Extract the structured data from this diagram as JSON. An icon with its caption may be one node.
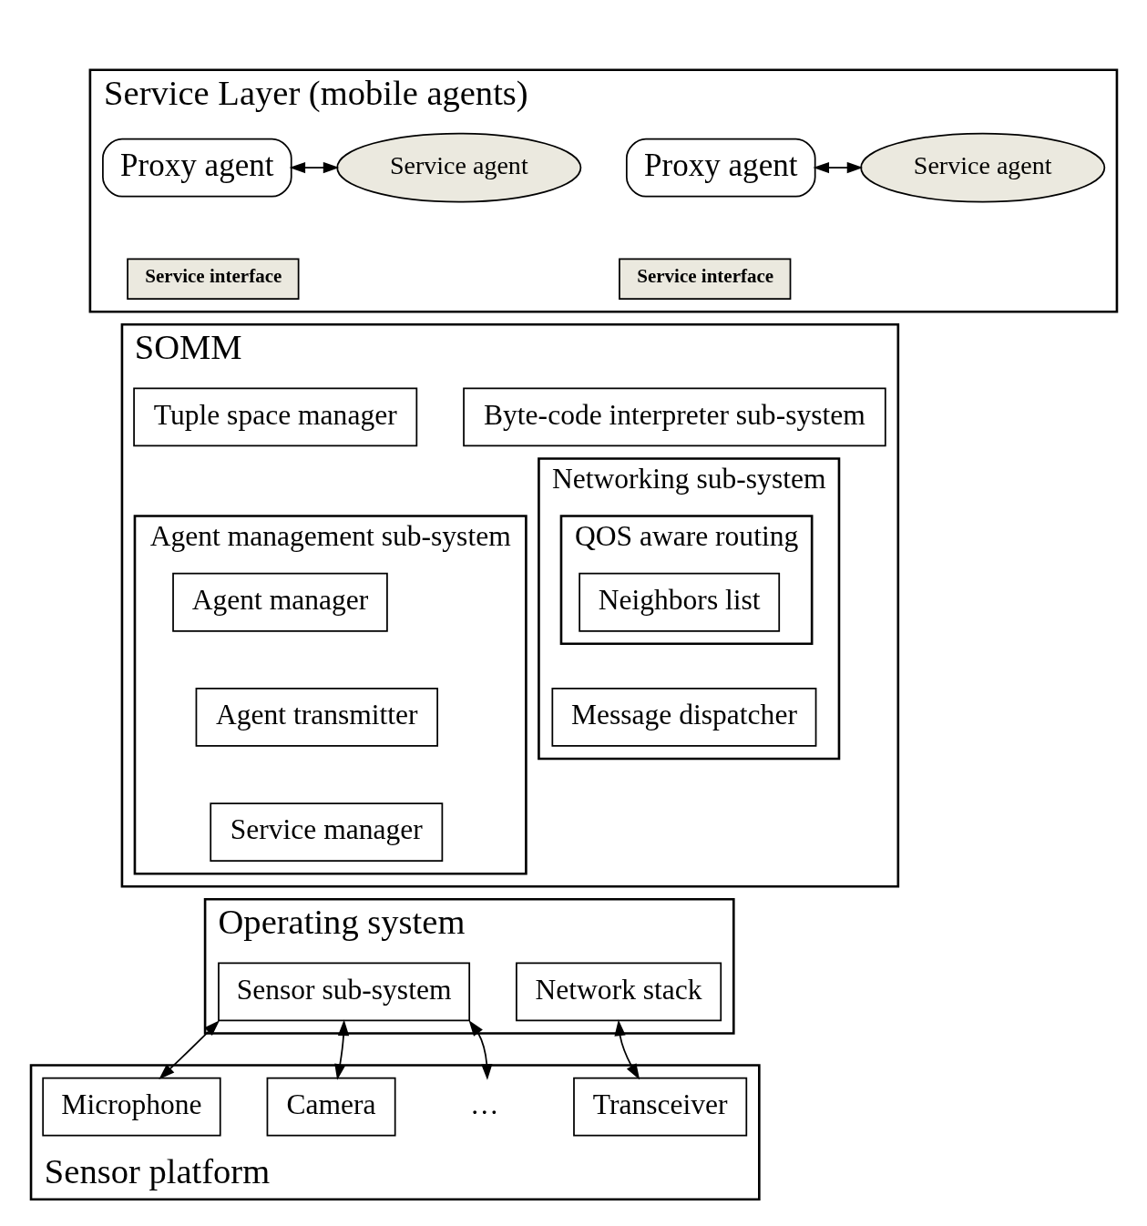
{
  "diagram": {
    "nodes": [
      {
        "text": [],
        "shape": "box",
        "beside": [
          "Service Layer (mobile agents)"
        ]
      },
      {
        "text": [
          "Proxy agent"
        ],
        "in": 0
      },
      {
        "text": [
          "Service interface"
        ],
        "in": 0
      },
      {
        "text": [
          "Service agent"
        ],
        "in": 0
      },
      {
        "text": [
          "Proxy agent"
        ],
        "in": 0
      },
      {
        "text": [
          "Service interface"
        ],
        "in": 0
      },
      {
        "text": [
          "Service agent"
        ],
        "in": 0
      },
      {
        "text": [],
        "shape": "box",
        "beside": [
          "SOMM"
        ]
      },
      {
        "text": [
          "Byte-code interpreter sub-system"
        ],
        "in": 7
      },
      {
        "text": [
          "Tuple space manager"
        ],
        "in": 7
      },
      {
        "text": [
          "Networking sub-system"
        ],
        "in": 7
      },
      {
        "text": [
          "QOS aware routing"
        ],
        "in": 10
      },
      {
        "text": [
          "Neighbors list"
        ],
        "in": 11
      },
      {
        "text": [
          "Message dispatcher"
        ],
        "in": 10
      },
      {
        "text": [
          "Agent management sub-system"
        ],
        "in": 7
      },
      {
        "text": [
          "Agent manager"
        ],
        "in": 14
      },
      {
        "text": [
          "Agent transmitter"
        ],
        "in": 14
      },
      {
        "text": [
          "Service manager"
        ],
        "in": 14
      },
      {
        "text": [],
        "shape": "box",
        "beside": [
          "Operating system"
        ]
      },
      {
        "text": [
          "Network stack"
        ],
        "in": 18
      },
      {
        "text": [
          "Sensor sub-system"
        ],
        "in": 18
      },
      {
        "text": [],
        "shape": "box",
        "beside": [
          "Sensor platform"
        ]
      },
      {
        "text": [
          "Transceiver"
        ],
        "in": 21
      },
      {
        "text": [
          "Microphone"
        ],
        "in": 21
      },
      {
        "text": [
          "Camera"
        ],
        "in": 21
      },
      {
        "text": [
          "…"
        ],
        "in": 21
      }
    ],
    "edges": [
      {
        "from": 1,
        "to": 3,
        "arrow": "both"
      },
      {
        "from": 4,
        "to": 6,
        "arrow": "both"
      },
      {
        "from": 19,
        "to": 22,
        "arrow": "both"
      },
      {
        "from": 20,
        "to": 23,
        "arrow": "both"
      },
      {
        "from": 20,
        "to": 24,
        "arrow": "both"
      },
      {
        "from": 20,
        "to": 25,
        "arrow": "both"
      }
    ]
  }
}
